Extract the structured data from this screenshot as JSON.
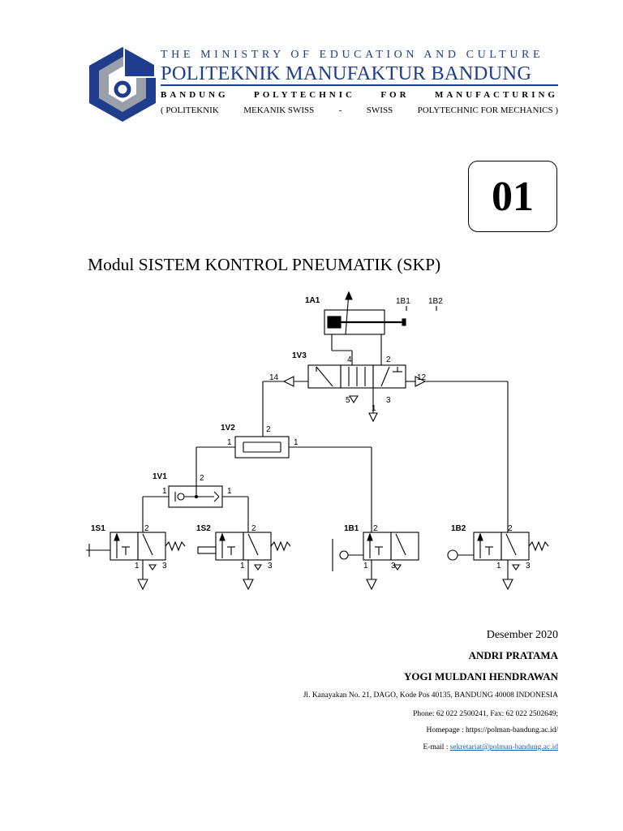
{
  "header": {
    "ministry": "THE MINISTRY OF EDUCATION   AND CULTURE",
    "institution": "POLITEKNIK MANUFAKTUR BANDUNG",
    "tagline": [
      "BANDUNG",
      "POLYTECHNIC",
      "FOR",
      "MANUFACTURING"
    ],
    "subline": [
      "( POLITEKNIK",
      "MEKANIK SWISS",
      "-",
      "SWISS",
      "POLYTECHNIC FOR MECHANICS )"
    ],
    "brand_color": "#1f3d8c"
  },
  "module_number": "01",
  "title": "Modul SISTEM KONTROL PNEUMATIK (SKP)",
  "circuit": {
    "cylinder": "1A1",
    "sensors_top": [
      "1B1",
      "1B2"
    ],
    "main_valve": "1V3",
    "main_ports": [
      "4",
      "2",
      "5",
      "3",
      "1",
      "14",
      "12"
    ],
    "and_valve": "1V2",
    "and_ports": [
      "2",
      "1",
      "1"
    ],
    "or_valve": "1V1",
    "or_ports": [
      "2",
      "1",
      "1"
    ],
    "input_valves": [
      {
        "label": "1S1",
        "p2": "2",
        "p1": "1",
        "p3": "3"
      },
      {
        "label": "1S2",
        "p2": "2",
        "p1": "1",
        "p3": "3"
      },
      {
        "label": "1B1",
        "p2": "2",
        "p1": "1",
        "p3": "3"
      },
      {
        "label": "1B2",
        "p2": "2",
        "p1": "1",
        "p3": "3"
      }
    ]
  },
  "footer": {
    "date": "Desember 2020",
    "authors": [
      "ANDRI PRATAMA",
      "YOGI MULDANI HENDRAWAN"
    ],
    "address": "Jl.   Kanayakan No. 21, DAGO, Kode Pos 40135, BANDUNG  40008 INDONESIA",
    "phone": "Phone: 62 022 2500241, Fax: 62 022 2502649;",
    "homepage": "Homepage : https://polman-bandung.ac.id/",
    "email_label": "E-mail : ",
    "email": "sekretariat@polman-bandung.ac.id"
  }
}
